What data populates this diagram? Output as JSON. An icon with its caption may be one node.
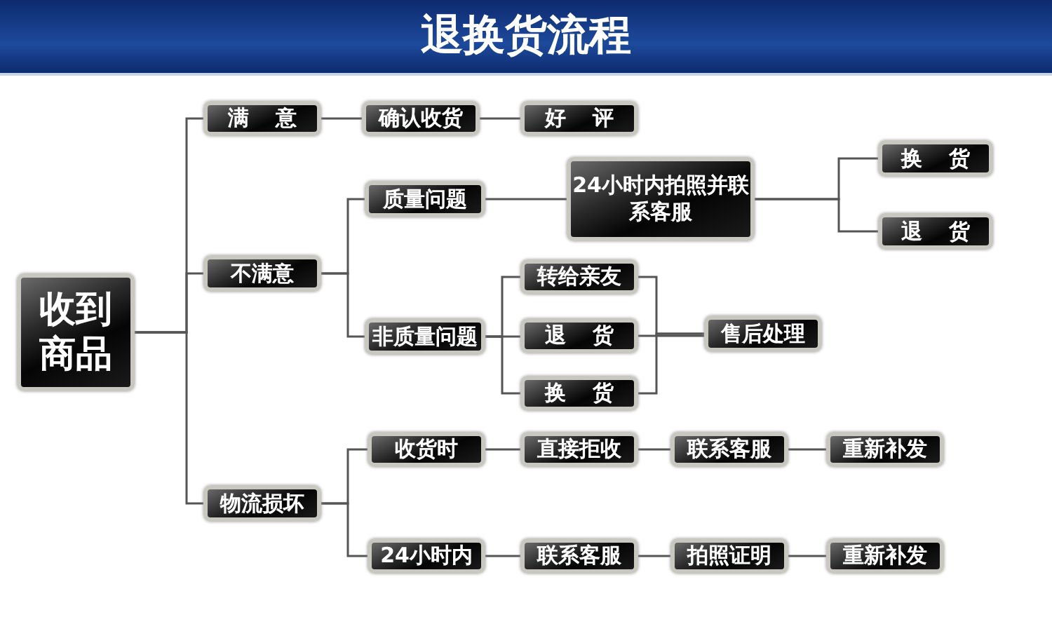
{
  "diagram": {
    "title": "退换货流程",
    "nodes": [
      {
        "text": [
          "收到商品"
        ]
      },
      {
        "text": [
          "满 意"
        ]
      },
      {
        "text": [
          "确认收货"
        ]
      },
      {
        "text": [
          "好 评"
        ]
      },
      {
        "text": [
          "不满意"
        ]
      },
      {
        "text": [
          "质量问题"
        ]
      },
      {
        "text": [
          "24小时内拍照并联系客服"
        ]
      },
      {
        "text": [
          "换 货"
        ]
      },
      {
        "text": [
          "退 货"
        ]
      },
      {
        "text": [
          "非质量问题"
        ]
      },
      {
        "text": [
          "转给亲友"
        ]
      },
      {
        "text": [
          "退 货"
        ]
      },
      {
        "text": [
          "换 货"
        ]
      },
      {
        "text": [
          "售后处理"
        ]
      },
      {
        "text": [
          "物流损坏"
        ]
      },
      {
        "text": [
          "收货时"
        ]
      },
      {
        "text": [
          "直接拒收"
        ]
      },
      {
        "text": [
          "联系客服"
        ]
      },
      {
        "text": [
          "重新补发"
        ]
      },
      {
        "text": [
          "24小时内"
        ]
      },
      {
        "text": [
          "联系客服"
        ]
      },
      {
        "text": [
          "拍照证明"
        ]
      },
      {
        "text": [
          "重新补发"
        ]
      }
    ],
    "edges": [
      {
        "from": 0,
        "to": 1,
        "arrow": "none"
      },
      {
        "from": 0,
        "to": 4,
        "arrow": "none"
      },
      {
        "from": 0,
        "to": 14,
        "arrow": "none"
      },
      {
        "from": 1,
        "to": 2,
        "arrow": "none"
      },
      {
        "from": 2,
        "to": 3,
        "arrow": "none"
      },
      {
        "from": 4,
        "to": 5,
        "arrow": "none"
      },
      {
        "from": 4,
        "to": 9,
        "arrow": "none"
      },
      {
        "from": 5,
        "to": 6,
        "arrow": "none"
      },
      {
        "from": 6,
        "to": 7,
        "arrow": "none"
      },
      {
        "from": 6,
        "to": 8,
        "arrow": "none"
      },
      {
        "from": 9,
        "to": 10,
        "arrow": "none"
      },
      {
        "from": 9,
        "to": 11,
        "arrow": "none"
      },
      {
        "from": 9,
        "to": 12,
        "arrow": "none"
      },
      {
        "from": 10,
        "to": 13,
        "arrow": "none"
      },
      {
        "from": 11,
        "to": 13,
        "arrow": "none"
      },
      {
        "from": 12,
        "to": 13,
        "arrow": "none"
      },
      {
        "from": 14,
        "to": 15,
        "arrow": "none"
      },
      {
        "from": 14,
        "to": 19,
        "arrow": "none"
      },
      {
        "from": 15,
        "to": 16,
        "arrow": "none"
      },
      {
        "from": 16,
        "to": 17,
        "arrow": "none"
      },
      {
        "from": 17,
        "to": 18,
        "arrow": "none"
      },
      {
        "from": 19,
        "to": 20,
        "arrow": "none"
      },
      {
        "from": 20,
        "to": 21,
        "arrow": "none"
      },
      {
        "from": 21,
        "to": 22,
        "arrow": "none"
      }
    ]
  }
}
